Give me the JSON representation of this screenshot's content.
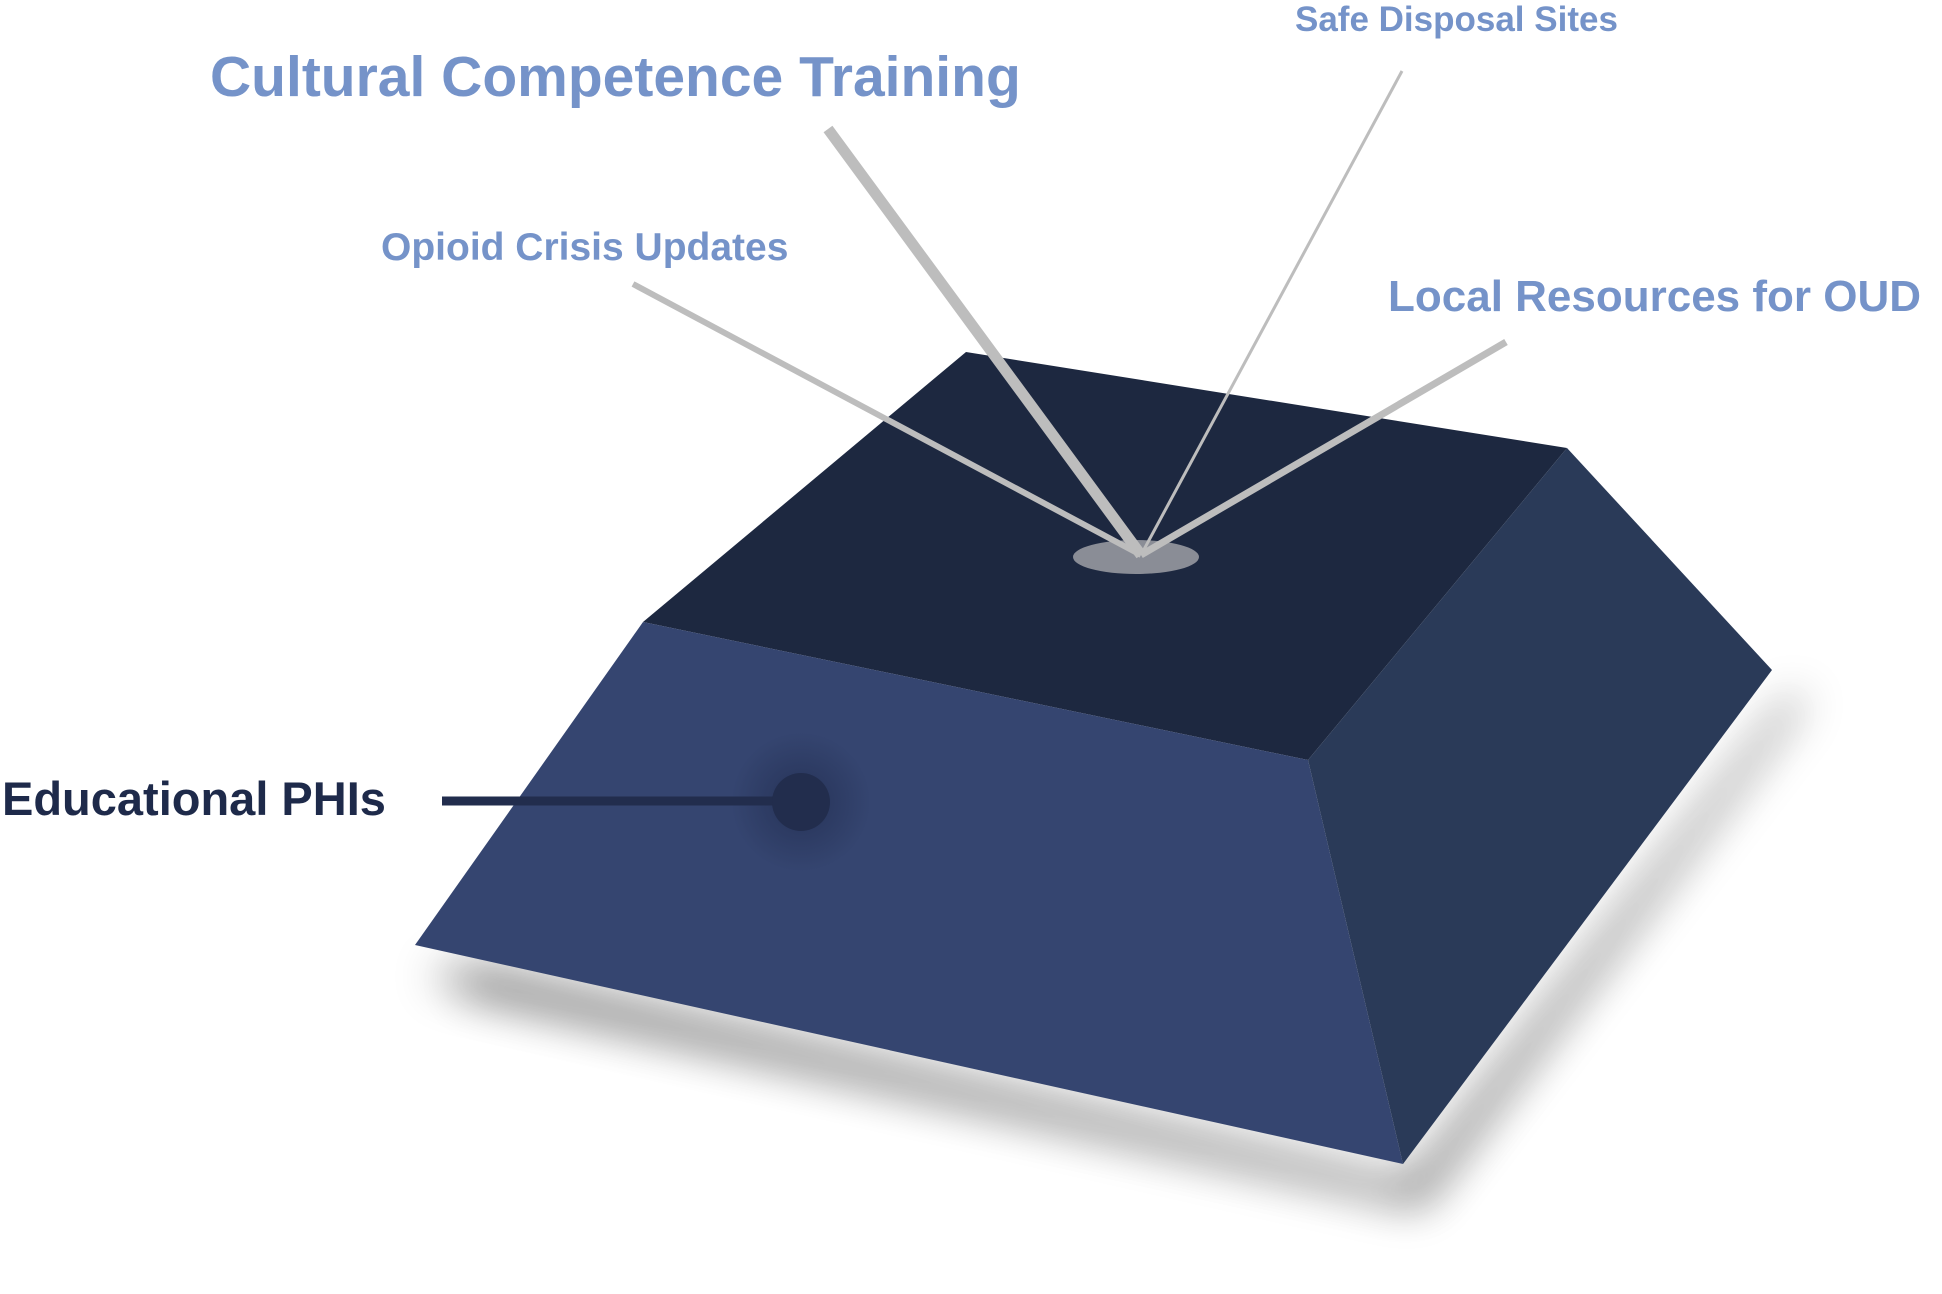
{
  "diagram": {
    "base_label": "Educational PHIs",
    "branches": [
      {
        "id": "cultural",
        "label": "Cultural Competence Training"
      },
      {
        "id": "opioid",
        "label": "Opioid Crisis Updates"
      },
      {
        "id": "disposal",
        "label": "Safe Disposal Sites"
      },
      {
        "id": "local",
        "label": "Local Resources for OUD"
      }
    ]
  },
  "colors": {
    "top_face": "#1d2840",
    "front_face": "#354570",
    "side_face": "#2a3a58",
    "branch_text": "#7593c9",
    "base_text": "#1e2a4a",
    "stem": "#bfbfbf",
    "hub": "#8a8d96",
    "base_dot": "#222d4d"
  }
}
